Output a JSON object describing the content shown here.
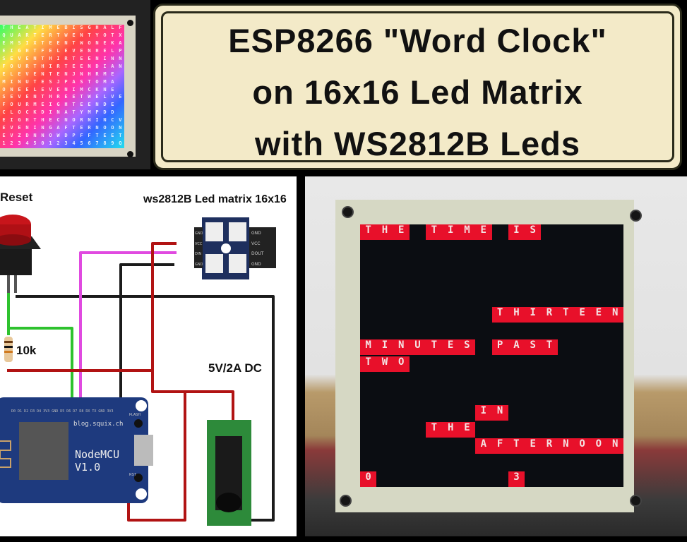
{
  "title_lines": [
    "ESP8266 \"Word Clock\"",
    "on 16x16 Led Matrix",
    "with WS2812B Leds"
  ],
  "rainbow_matrix_rows": [
    "THEATIMEBISGHALF",
    "QUARTERTWENTYOTX",
    "EMSIXTEENTWONEKA",
    "EIGHTFELEVENHELP",
    "SEVENTHIRTEENINN",
    "FOURTHIRTEENDIAN",
    "ELEVENTENJNHRME",
    "MINUTESJPASTOMA",
    "ONEELEVENIMCKNE",
    "SEVENTHREETWELVE",
    "FOURMEIGHTEENDE",
    "CLOCKDINATYMPDD",
    "EIGHTHECNORNINCV",
    "EVENINGAFTERNOON",
    "EVZDNNOWDPFFTEET",
    "123450123456789Q"
  ],
  "circuit": {
    "reset_label": "Reset",
    "matrix_label": "ws2812B Led matrix 16x16",
    "resistor_label": "10k",
    "power_label": "5V/2A DC",
    "board_url": "blog.squix.ch",
    "board_name": "NodeMCU",
    "board_version": "V1.0",
    "matrix_pins_in": [
      "GND",
      "VCC",
      "DIN",
      "GND"
    ],
    "matrix_pins_out": [
      "GND",
      "VCC",
      "DOUT",
      "GND"
    ],
    "board_pins_top": "D0 D1 D2 D3 D4 3V3 GND D5 D6 D7 D8 RX TX GND 3V3",
    "flash_label": "FLASH",
    "rst_label": "RST"
  },
  "clock": {
    "words": [
      {
        "text": "THE",
        "row": 0,
        "col": 0
      },
      {
        "text": "TIME",
        "row": 0,
        "col": 4
      },
      {
        "text": "IS",
        "row": 0,
        "col": 9
      },
      {
        "text": "THIRTEEN",
        "row": 5,
        "col": 8
      },
      {
        "text": "MINUTES",
        "row": 7,
        "col": 0
      },
      {
        "text": "PAST",
        "row": 7,
        "col": 8
      },
      {
        "text": "TWO",
        "row": 8,
        "col": 0
      },
      {
        "text": "IN",
        "row": 11,
        "col": 7
      },
      {
        "text": "THE",
        "row": 12,
        "col": 4
      },
      {
        "text": "AFTERNOON",
        "row": 13,
        "col": 7
      },
      {
        "text": "0",
        "row": 15,
        "col": 0
      },
      {
        "text": "3",
        "row": 15,
        "col": 9
      }
    ]
  },
  "colors": {
    "led_red": "#e8102a",
    "banner_bg": "#f3eac8"
  }
}
